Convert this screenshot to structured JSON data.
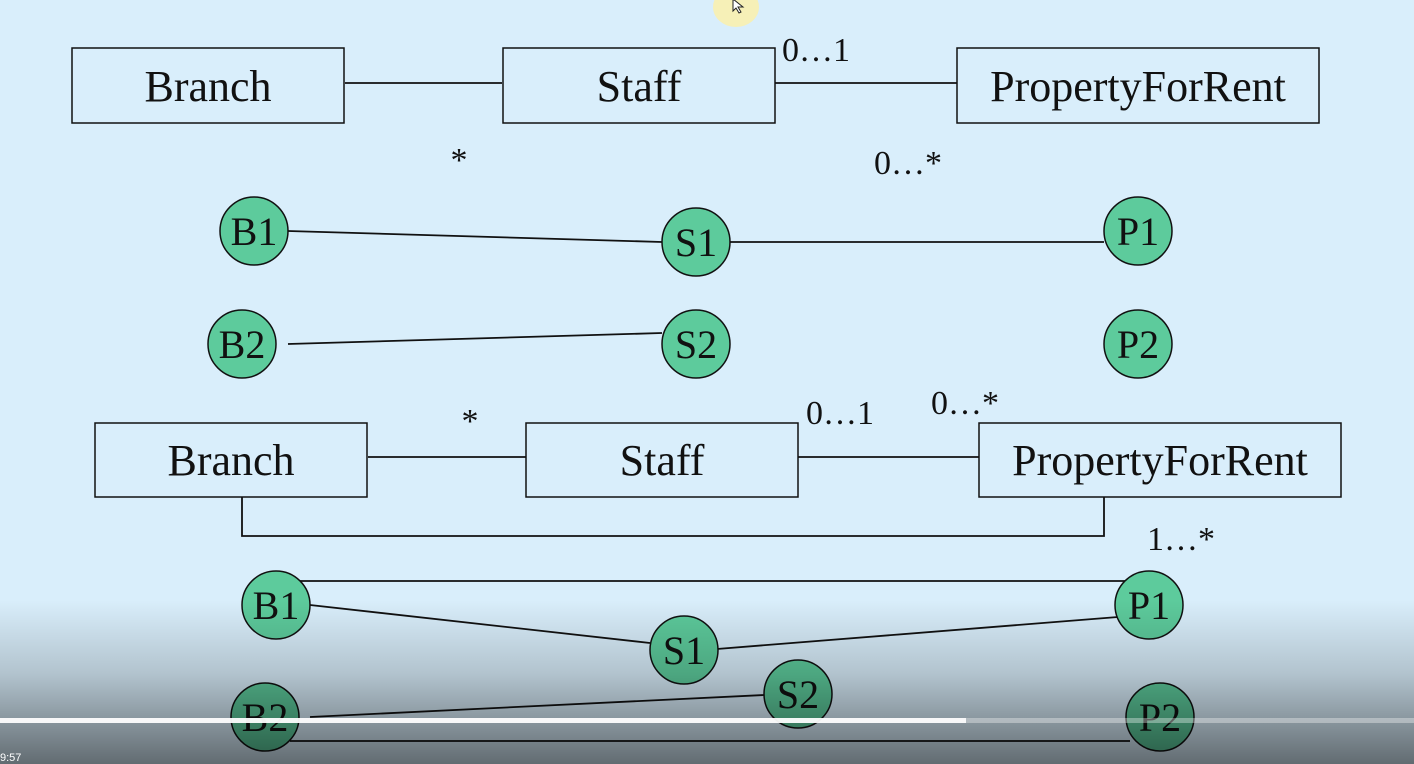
{
  "diagram1": {
    "classes": {
      "branch": "Branch",
      "staff": "Staff",
      "property": "PropertyForRent"
    },
    "multiplicities": {
      "branch_staff_staff_end": "*",
      "staff_property_staff_end": "0…1",
      "staff_property_property_end": "0…*"
    },
    "objects": {
      "b1": "B1",
      "b2": "B2",
      "s1": "S1",
      "s2": "S2",
      "p1": "P1",
      "p2": "P2"
    }
  },
  "diagram2": {
    "classes": {
      "branch": "Branch",
      "staff": "Staff",
      "property": "PropertyForRent"
    },
    "multiplicities": {
      "branch_staff_staff_end": "*",
      "staff_property_staff_end": "0…1",
      "staff_property_property_end": "0…*",
      "branch_property_property_end": "1…*"
    },
    "objects": {
      "b1": "B1",
      "b2": "B2",
      "s1": "S1",
      "s2": "S2",
      "p1": "P1",
      "p2": "P2"
    }
  },
  "colors": {
    "background": "#d9eefb",
    "object_fill": "#5dcb9c"
  },
  "player": {
    "time": "9:57",
    "progress": 0.683
  }
}
